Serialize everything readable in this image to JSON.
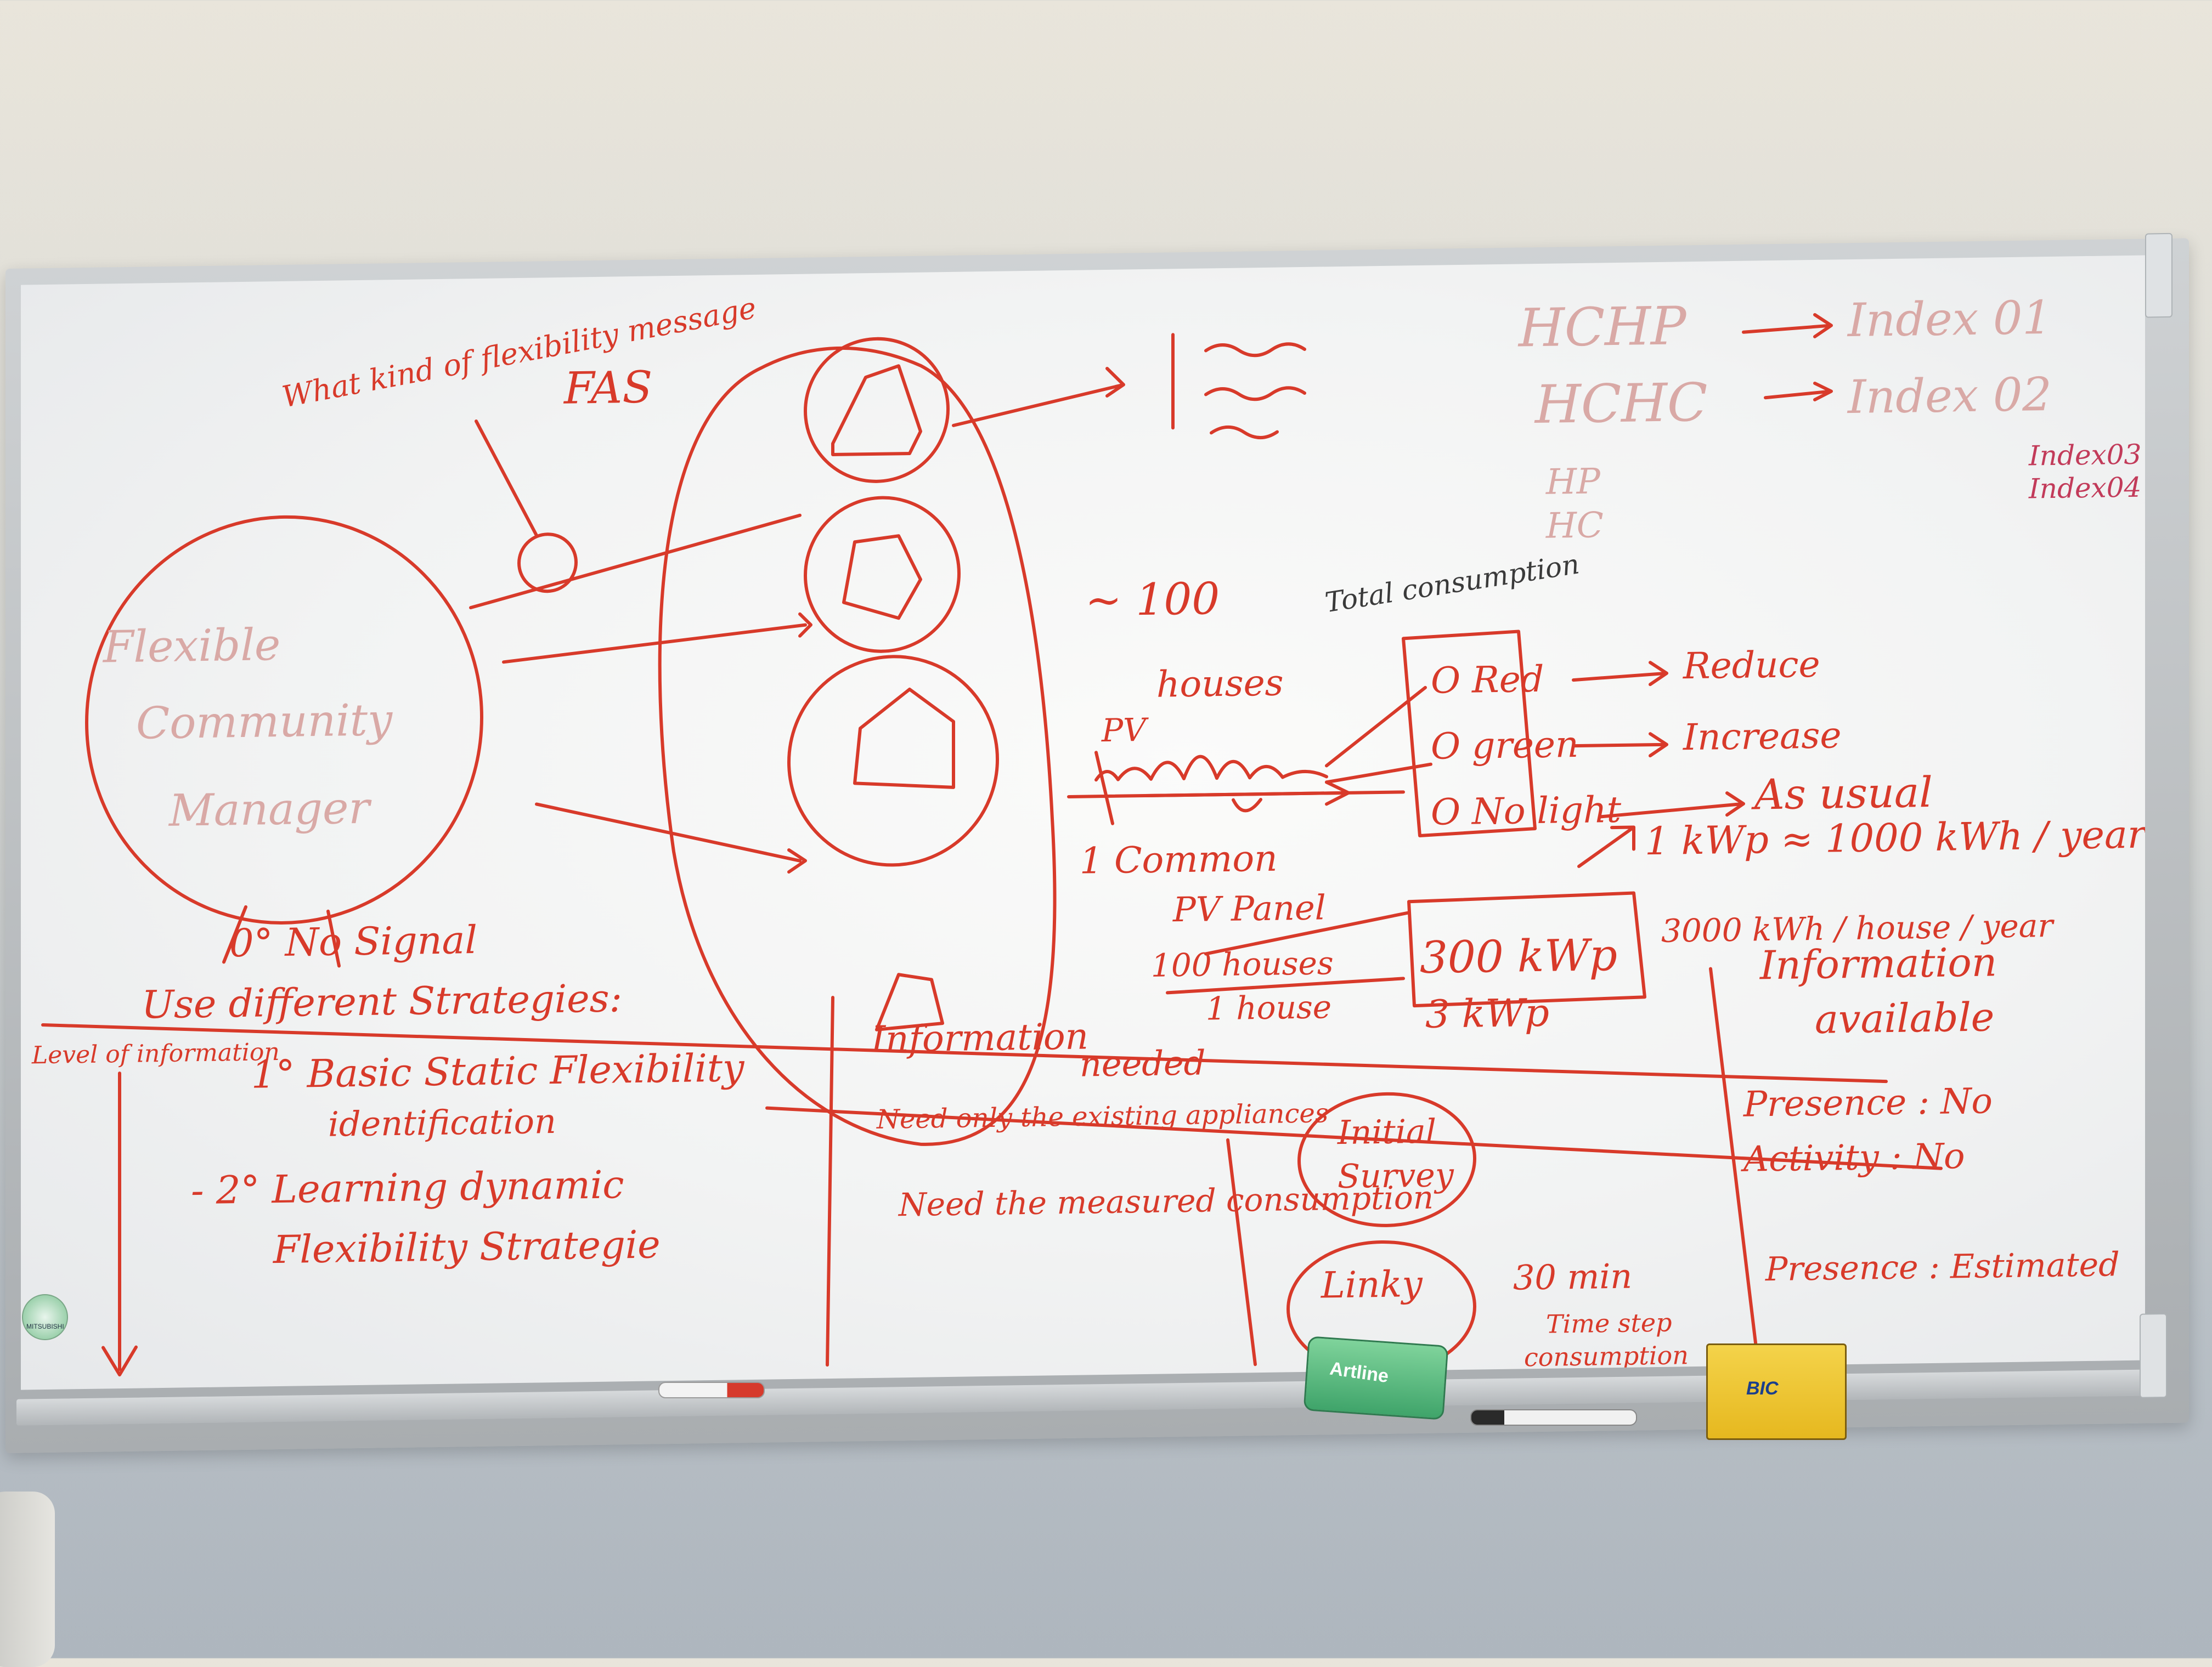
{
  "scene": {
    "description_type": "whiteboard_photo",
    "ink_color": "#d83a2a",
    "wall_color": "#e6e2d8",
    "board_color": "#f5f6f6"
  },
  "board_text": {
    "flex_question": "What kind of flexibility message",
    "fas": "FAS",
    "manager_line1": "Flexible",
    "manager_line2": "Community",
    "manager_line3": "Manager",
    "hchp": "HCHP",
    "index01": "Index 01",
    "hchc": "HCHC",
    "index02": "Index 02",
    "hp": "HP",
    "hc": "HC",
    "index03": "Index03",
    "index04": "Index04",
    "approx100": "~ 100",
    "houses": "houses",
    "total_consumption": "Total consumption",
    "pv": "PV",
    "red": "O Red",
    "green": "O green",
    "nolight": "O No light",
    "reduce": "Reduce",
    "increase": "Increase",
    "as_usual": "As usual",
    "kwp_line": "1 kWp ≈ 1000 kWh / year",
    "kwh_house": "3000 kWh / house / year",
    "common_pv1": "1 Common",
    "common_pv2": "PV Panel",
    "hundred_houses": "100 houses",
    "one_house": "1 house",
    "kwp300": "300 kWp",
    "kwp3": "3 kWp",
    "no_signal": "0° No Signal",
    "use_strategies": "Use different Strategies:",
    "level_info": "Level of information",
    "basic_static": "1° Basic Static Flexibility",
    "identification": "identification",
    "learning": "- 2° Learning dynamic",
    "flex_strategy": "Flexibility Strategie",
    "info_needed1": "Information",
    "info_needed2": "needed",
    "need_existing": "Need only the existing appliances",
    "need_measured": "Need the measured consumption",
    "initial_survey1": "Initial",
    "initial_survey2": "Survey",
    "linky": "Linky",
    "thirty_min": "30 min",
    "time_step": "Time step",
    "consumption": "consumption",
    "info_available1": "Information",
    "info_available2": "available",
    "presence_no": "Presence : No",
    "activity_no": "Activity : No",
    "presence_est": "Presence : Estimated"
  },
  "objects": {
    "eraser_brand": "Artline",
    "marker_box_brand": "BIC",
    "sticker_text": "MITSUBISHI"
  }
}
